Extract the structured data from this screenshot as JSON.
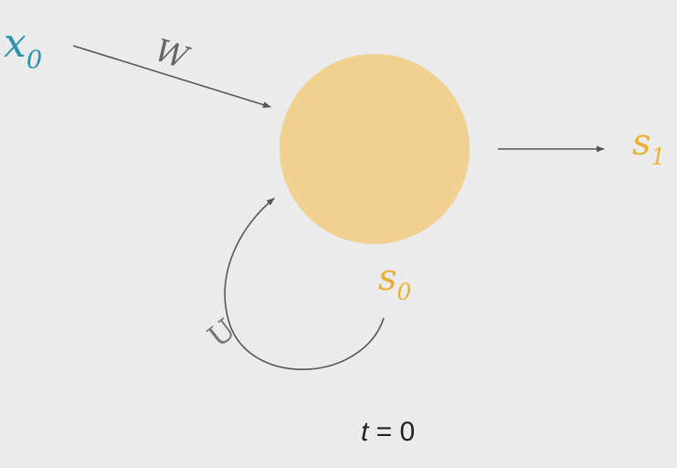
{
  "colors": {
    "background": "#ebebeb",
    "node_fill": "#f0d190",
    "input_color": "#2a93ad",
    "state_color": "#e8b135",
    "arrow_color": "#555555"
  },
  "diagram": {
    "input": {
      "symbol": "x",
      "index": "0"
    },
    "input_weight": {
      "symbol": "W"
    },
    "recurrent_weight": {
      "symbol": "U"
    },
    "state_prev": {
      "symbol": "s",
      "index": "0"
    },
    "state_next": {
      "symbol": "s",
      "index": "1"
    },
    "time": {
      "variable": "t",
      "relation": " = 0"
    }
  }
}
